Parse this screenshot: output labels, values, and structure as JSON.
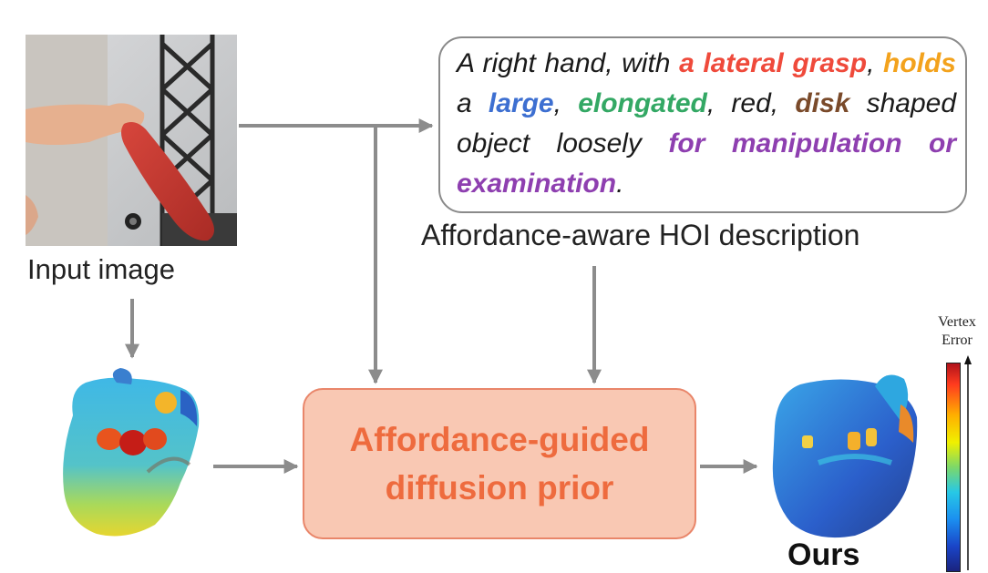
{
  "input": {
    "label": "Input image"
  },
  "description": {
    "segments": [
      {
        "text": "A right hand, with ",
        "color": "#1a1a1a",
        "bold": false
      },
      {
        "text": "a lateral grasp",
        "color": "#ef4a3b",
        "bold": true
      },
      {
        "text": ", ",
        "color": "#1a1a1a",
        "bold": false
      },
      {
        "text": "holds",
        "color": "#f3a21c",
        "bold": true
      },
      {
        "text": " a ",
        "color": "#1a1a1a",
        "bold": false
      },
      {
        "text": "large",
        "color": "#3d6fd1",
        "bold": true
      },
      {
        "text": ", ",
        "color": "#1a1a1a",
        "bold": false
      },
      {
        "text": "elongated",
        "color": "#33a864",
        "bold": true
      },
      {
        "text": ", red, ",
        "color": "#1a1a1a",
        "bold": false
      },
      {
        "text": "disk",
        "color": "#7a4a2a",
        "bold": true
      },
      {
        "text": " shaped object loosely ",
        "color": "#1a1a1a",
        "bold": false
      },
      {
        "text": "for manipulation or examination",
        "color": "#8e3fb0",
        "bold": true
      },
      {
        "text": ".",
        "color": "#1a1a1a",
        "bold": false
      }
    ],
    "label": "Affordance-aware HOI description"
  },
  "prior": {
    "line1": "Affordance-guided",
    "line2": "diffusion prior",
    "text_color": "#ee6b3e",
    "fill_color": "#f9c8b3",
    "border_color": "#e9866a"
  },
  "colorbar": {
    "title_line1": "Vertex",
    "title_line2": "Error"
  },
  "output": {
    "label": "Ours"
  },
  "colors": {
    "arrow": "#8c8c8c"
  }
}
